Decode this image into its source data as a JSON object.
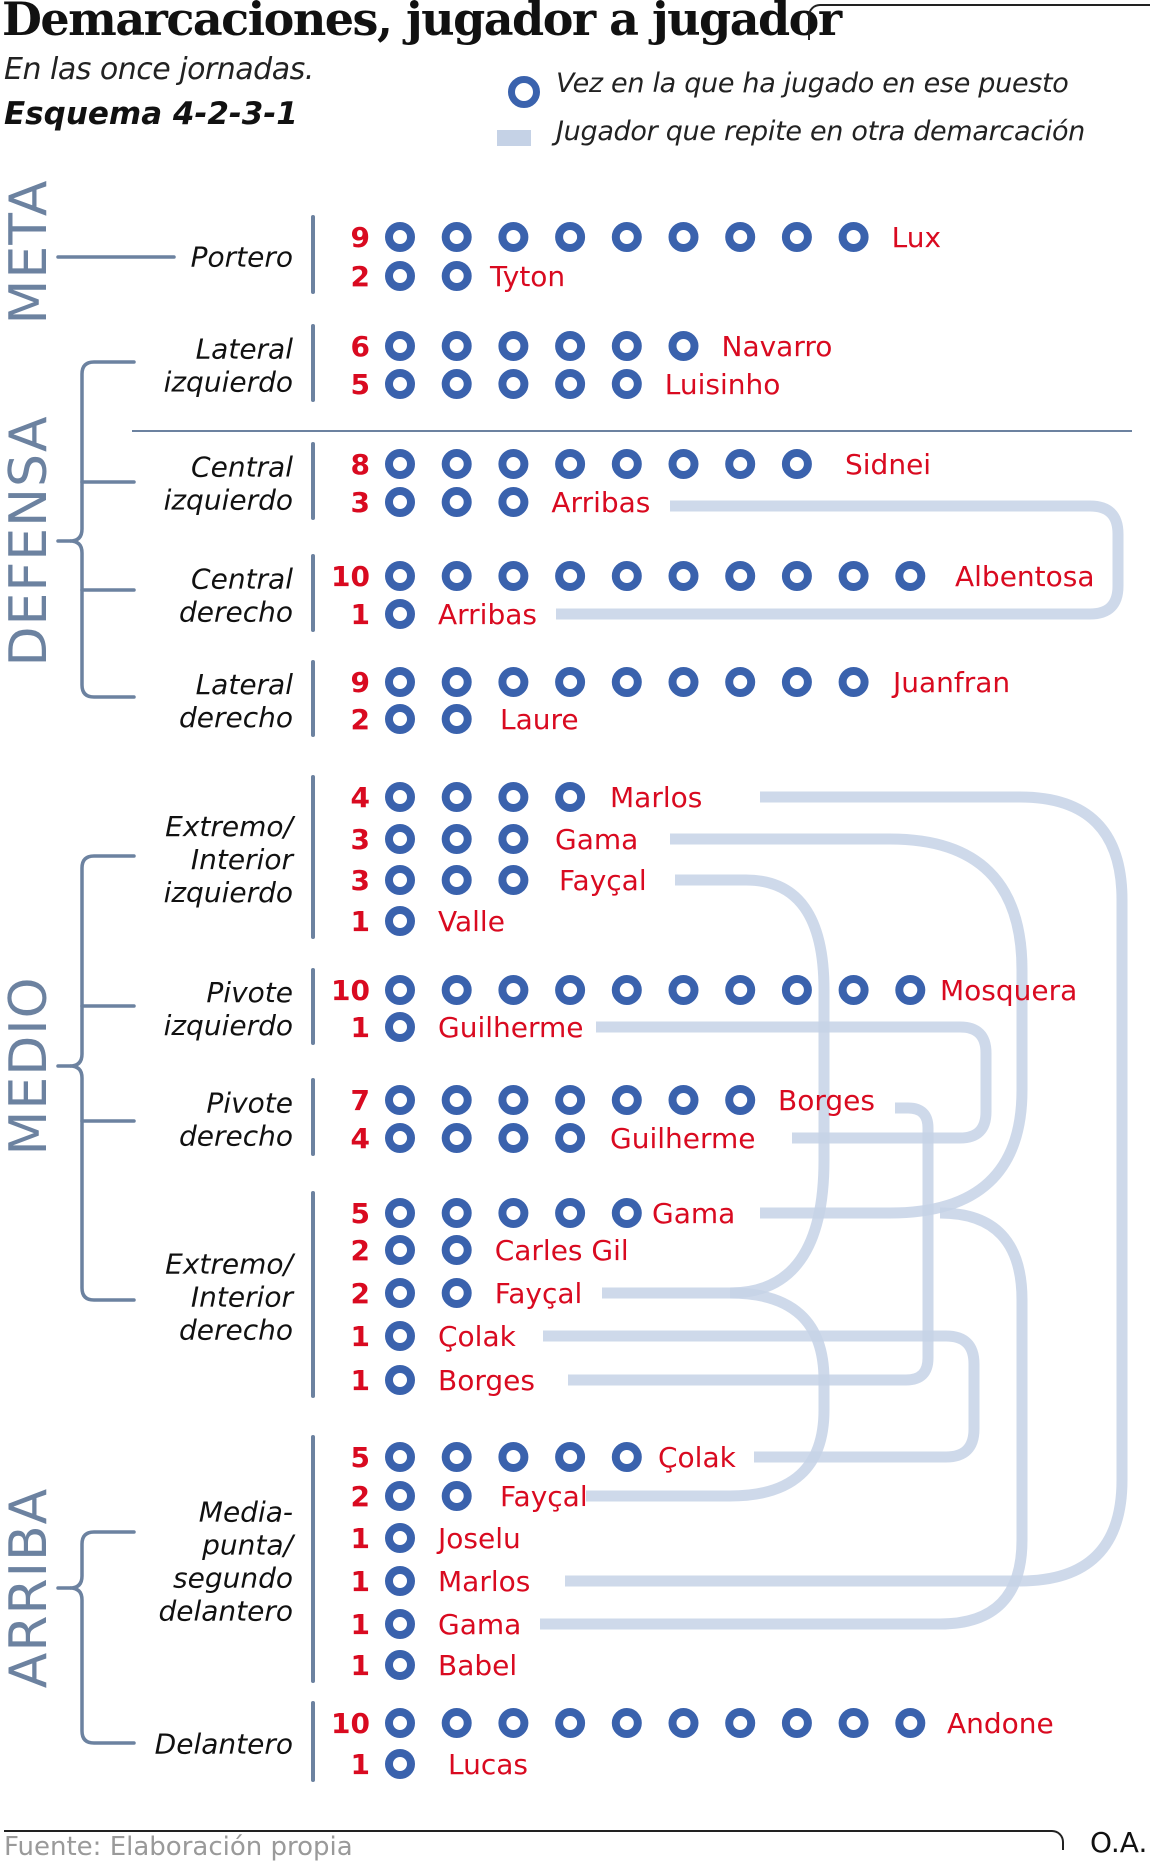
{
  "header": {
    "title": "Demarcaciones, jugador a jugador",
    "subtitle": "En las once jornadas.",
    "scheme": "Esquema 4-2-3-1"
  },
  "legend": {
    "dot_label": "Vez en la que ha jugado en ese puesto",
    "line_label": "Jugador que repite en otra demarcación"
  },
  "footer": {
    "source": "Fuente: Elaboración propia",
    "author": "O.A."
  },
  "colors": {
    "dot": "#3a62ad",
    "count": "#d90a20",
    "name": "#d90a20",
    "connector": "#c5d2e6",
    "section": "#6c82a0"
  },
  "chart_data": {
    "type": "table",
    "title": "Demarcaciones, jugador a jugador",
    "subtitle": "En las once jornadas. Esquema 4-2-3-1",
    "sections": [
      {
        "name": "META",
        "positions": [
          "Portero"
        ]
      },
      {
        "name": "DEFENSA",
        "positions": [
          "Lateral izquierdo",
          "Central izquierdo",
          "Central derecho",
          "Lateral derecho"
        ]
      },
      {
        "name": "MEDIO",
        "positions": [
          "Extremo/ Interior izquierdo",
          "Pivote izquierdo",
          "Pivote derecho",
          "Extremo/ Interior derecho"
        ]
      },
      {
        "name": "ARRIBA",
        "positions": [
          "Media- punta/ segundo delantero",
          "Delantero"
        ]
      }
    ],
    "positions": [
      {
        "label": [
          "Portero"
        ],
        "players": [
          {
            "name": "Lux",
            "count": 9
          },
          {
            "name": "Tyton",
            "count": 2
          }
        ]
      },
      {
        "label": [
          "Lateral",
          "izquierdo"
        ],
        "players": [
          {
            "name": "Navarro",
            "count": 6
          },
          {
            "name": "Luisinho",
            "count": 5
          }
        ]
      },
      {
        "label": [
          "Central",
          "izquierdo"
        ],
        "players": [
          {
            "name": "Sidnei",
            "count": 8
          },
          {
            "name": "Arribas",
            "count": 3
          }
        ]
      },
      {
        "label": [
          "Central",
          "derecho"
        ],
        "players": [
          {
            "name": "Albentosa",
            "count": 10
          },
          {
            "name": "Arribas",
            "count": 1
          }
        ]
      },
      {
        "label": [
          "Lateral",
          "derecho"
        ],
        "players": [
          {
            "name": "Juanfran",
            "count": 9
          },
          {
            "name": "Laure",
            "count": 2
          }
        ]
      },
      {
        "label": [
          "Extremo/",
          "Interior",
          "izquierdo"
        ],
        "players": [
          {
            "name": "Marlos",
            "count": 4
          },
          {
            "name": "Gama",
            "count": 3
          },
          {
            "name": "Fayçal",
            "count": 3
          },
          {
            "name": "Valle",
            "count": 1
          }
        ]
      },
      {
        "label": [
          "Pivote",
          "izquierdo"
        ],
        "players": [
          {
            "name": "Mosquera",
            "count": 10
          },
          {
            "name": "Guilherme",
            "count": 1
          }
        ]
      },
      {
        "label": [
          "Pivote",
          "derecho"
        ],
        "players": [
          {
            "name": "Borges",
            "count": 7
          },
          {
            "name": "Guilherme",
            "count": 4
          }
        ]
      },
      {
        "label": [
          "Extremo/",
          "Interior",
          "derecho"
        ],
        "players": [
          {
            "name": "Gama",
            "count": 5
          },
          {
            "name": "Carles Gil",
            "count": 2
          },
          {
            "name": "Fayçal",
            "count": 2
          },
          {
            "name": "Çolak",
            "count": 1
          },
          {
            "name": "Borges",
            "count": 1
          }
        ]
      },
      {
        "label": [
          "Media-",
          "punta/",
          "segundo",
          "delantero"
        ],
        "players": [
          {
            "name": "Çolak",
            "count": 5
          },
          {
            "name": "Fayçal",
            "count": 2
          },
          {
            "name": "Joselu",
            "count": 1
          },
          {
            "name": "Marlos",
            "count": 1
          },
          {
            "name": "Gama",
            "count": 1
          },
          {
            "name": "Babel",
            "count": 1
          }
        ]
      },
      {
        "label": [
          "Delantero"
        ],
        "players": [
          {
            "name": "Andone",
            "count": 10
          },
          {
            "name": "Lucas",
            "count": 1
          }
        ]
      }
    ],
    "repeat_links": [
      {
        "player": "Arribas",
        "from": "Central izquierdo",
        "to": "Central derecho"
      },
      {
        "player": "Marlos",
        "from": "Extremo/Interior izquierdo",
        "to": "Media-punta/segundo delantero"
      },
      {
        "player": "Gama",
        "from": "Extremo/Interior izquierdo",
        "to": "Extremo/Interior derecho"
      },
      {
        "player": "Gama",
        "from": "Extremo/Interior derecho",
        "to": "Media-punta/segundo delantero"
      },
      {
        "player": "Fayçal",
        "from": "Extremo/Interior izquierdo",
        "to": "Extremo/Interior derecho"
      },
      {
        "player": "Fayçal",
        "from": "Extremo/Interior derecho",
        "to": "Media-punta/segundo delantero"
      },
      {
        "player": "Guilherme",
        "from": "Pivote izquierdo",
        "to": "Pivote derecho"
      },
      {
        "player": "Borges",
        "from": "Pivote derecho",
        "to": "Extremo/Interior derecho"
      },
      {
        "player": "Çolak",
        "from": "Extremo/Interior derecho",
        "to": "Media-punta/segundo delantero"
      }
    ]
  }
}
